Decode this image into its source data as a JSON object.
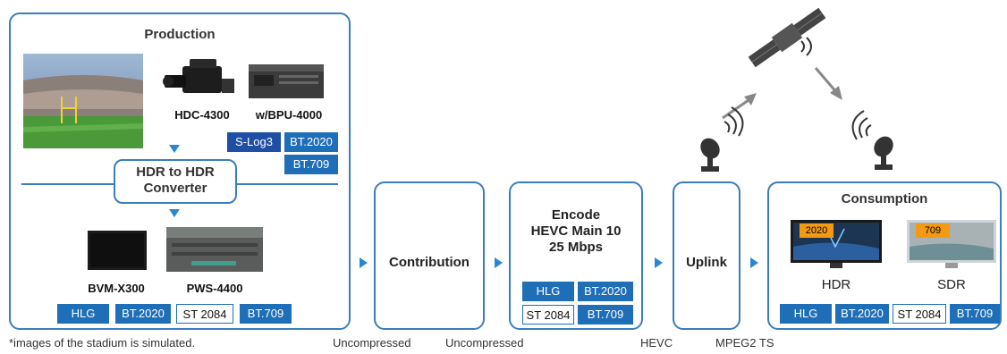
{
  "production": {
    "title": "Production",
    "camera_label": "HDC-4300",
    "bpu_label": "w/BPU-4000",
    "converter_label": "HDR to HDR\nConverter",
    "camera_tags": [
      "S-Log3",
      "BT.2020",
      "BT.709"
    ],
    "monitor_label": "BVM-X300",
    "server_label": "PWS-4400",
    "bottom_tags": [
      "HLG",
      "BT.2020",
      "ST 2084",
      "BT.709"
    ]
  },
  "contribution": {
    "label": "Contribution"
  },
  "encode": {
    "label": "Encode\nHEVC Main 10\n25 Mbps",
    "tags": [
      "HLG",
      "BT.2020",
      "ST 2084",
      "BT.709"
    ]
  },
  "uplink": {
    "label": "Uplink"
  },
  "consumption": {
    "title": "Consumption",
    "hdr_badge": "2020",
    "sdr_badge": "709",
    "hdr_label": "HDR",
    "sdr_label": "SDR",
    "tags": [
      "HLG",
      "BT.2020",
      "ST 2084",
      "BT.709"
    ]
  },
  "notes": {
    "disclaimer": "*images of the stadium is simulated.",
    "n1": "Uncompressed",
    "n2": "Uncompressed",
    "n3": "HEVC",
    "n4": "MPEG2 TS"
  },
  "colors": {
    "accent": "#3a7dbf",
    "tag_fill": "#1f6fb8",
    "arrow": "#2a86d0"
  }
}
